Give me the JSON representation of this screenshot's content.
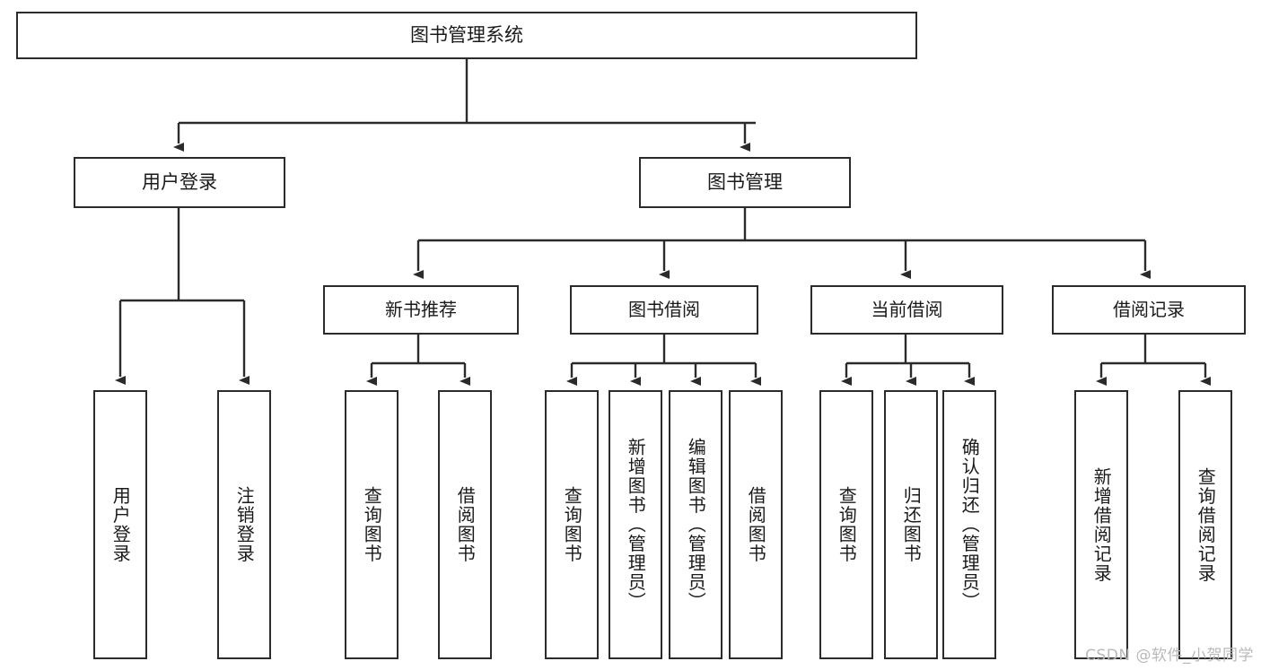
{
  "diagram": {
    "type": "tree",
    "title": "图书管理系统",
    "root": {
      "id": "root",
      "label": "图书管理系统"
    },
    "level1": [
      {
        "id": "user-login",
        "label": "用户登录"
      },
      {
        "id": "book-management",
        "label": "图书管理"
      }
    ],
    "level2": [
      {
        "id": "new-book-recommend",
        "label": "新书推荐",
        "parent": "book-management"
      },
      {
        "id": "book-borrow",
        "label": "图书借阅",
        "parent": "book-management"
      },
      {
        "id": "current-borrow",
        "label": "当前借阅",
        "parent": "book-management"
      },
      {
        "id": "borrow-record",
        "label": "借阅记录",
        "parent": "book-management"
      }
    ],
    "leaves": {
      "user_login": [
        {
          "id": "leaf-user-login",
          "label": "用户登录"
        },
        {
          "id": "leaf-user-logout",
          "label": "注销登录"
        }
      ],
      "new_book_recommend": [
        {
          "id": "leaf-query-book-1",
          "label": "查询图书"
        },
        {
          "id": "leaf-borrow-book-1",
          "label": "借阅图书"
        }
      ],
      "book_borrow": [
        {
          "id": "leaf-query-book-2",
          "label": "查询图书"
        },
        {
          "id": "leaf-add-book",
          "label": "新增图书（管理员）"
        },
        {
          "id": "leaf-edit-book",
          "label": "编辑图书（管理员）"
        },
        {
          "id": "leaf-borrow-book-2",
          "label": "借阅图书"
        }
      ],
      "current_borrow": [
        {
          "id": "leaf-query-book-3",
          "label": "查询图书"
        },
        {
          "id": "leaf-return-book",
          "label": "归还图书"
        },
        {
          "id": "leaf-confirm-return",
          "label": "确认归还（管理员）"
        }
      ],
      "borrow_record": [
        {
          "id": "leaf-add-record",
          "label": "新增借阅记录"
        },
        {
          "id": "leaf-query-record",
          "label": "查询借阅记录"
        }
      ]
    }
  },
  "watermark": {
    "text": "CSDN @软件_小贺同学"
  },
  "colors": {
    "box_border": "#2b2b2b",
    "box_fill": "#ffffff",
    "connector": "#2b2b2b",
    "text": "#1a1a1a",
    "watermark": "#b9b9b9",
    "background": "#ffffff"
  }
}
